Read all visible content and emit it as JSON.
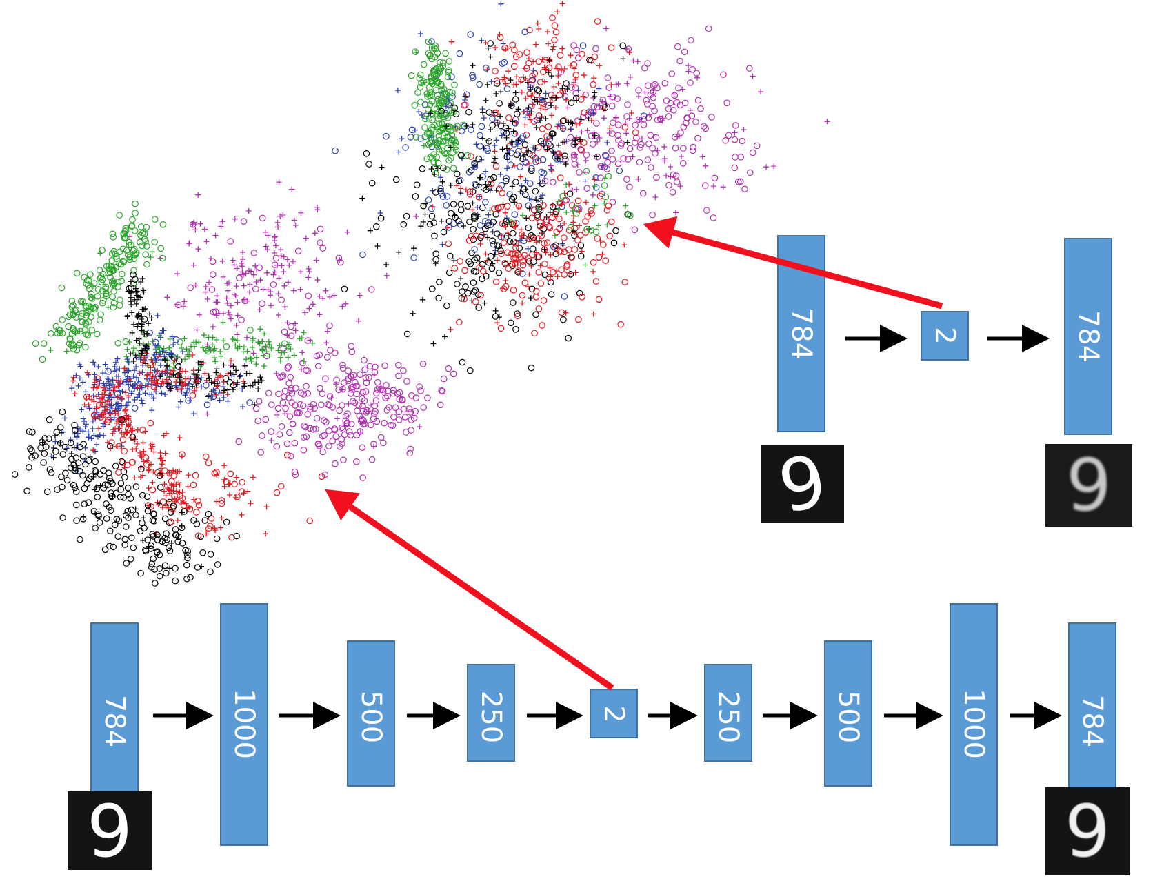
{
  "colors": {
    "layer_fill": "#5b9bd5",
    "layer_stroke": "#41719c",
    "arrow": "#000000",
    "pointer_arrow": "#f0101e",
    "series": [
      "#2aa52a",
      "#2b3fb0",
      "#e5171e",
      "#000000",
      "#b12fb1"
    ]
  },
  "shallow_autoencoder": {
    "layers": [
      "784",
      "2",
      "784"
    ],
    "input_digit": "9",
    "output_digit": "9"
  },
  "deep_autoencoder": {
    "layers": [
      "784",
      "1000",
      "500",
      "250",
      "2",
      "250",
      "500",
      "1000",
      "784"
    ],
    "input_digit": "9",
    "output_digit": "9"
  },
  "embeddings": {
    "shallow": {
      "description_marker": "o/+",
      "series_count": 5
    },
    "deep": {
      "description_marker": "o/+",
      "series_count": 5
    }
  }
}
